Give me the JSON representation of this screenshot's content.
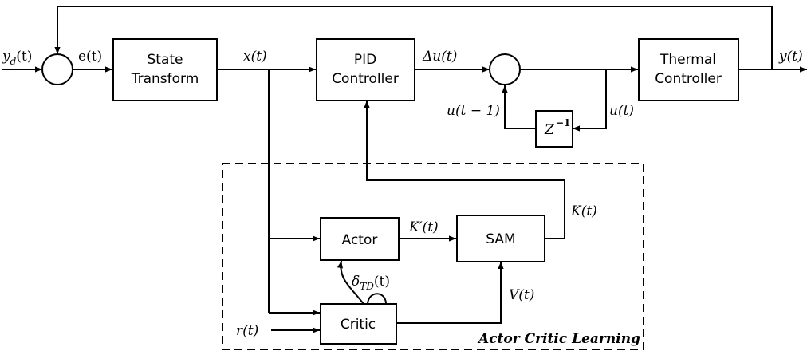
{
  "blocks": {
    "state_transform": [
      "State",
      "Transform"
    ],
    "pid": [
      "PID",
      "Controller"
    ],
    "thermal": [
      "Thermal",
      "Controller"
    ],
    "z_inverse": {
      "base": "Z",
      "exp": "−1"
    },
    "actor": "Actor",
    "sam": "SAM",
    "critic": "Critic"
  },
  "signals": {
    "yd": {
      "base": "y",
      "sub": "d",
      "rest": "(t)"
    },
    "e": "e(t)",
    "x": "x(t)",
    "delta_u": "Δu(t)",
    "y": "y(t)",
    "u_prev": "u(t − 1)",
    "u": "u(t)",
    "k_prime": "K′(t)",
    "k": "K(t)",
    "delta_td": {
      "base": "δ",
      "sub": "TD",
      "rest": "(t)"
    },
    "v": "V(t)",
    "r": "r(t)"
  },
  "region_label": "Actor Critic Learning"
}
